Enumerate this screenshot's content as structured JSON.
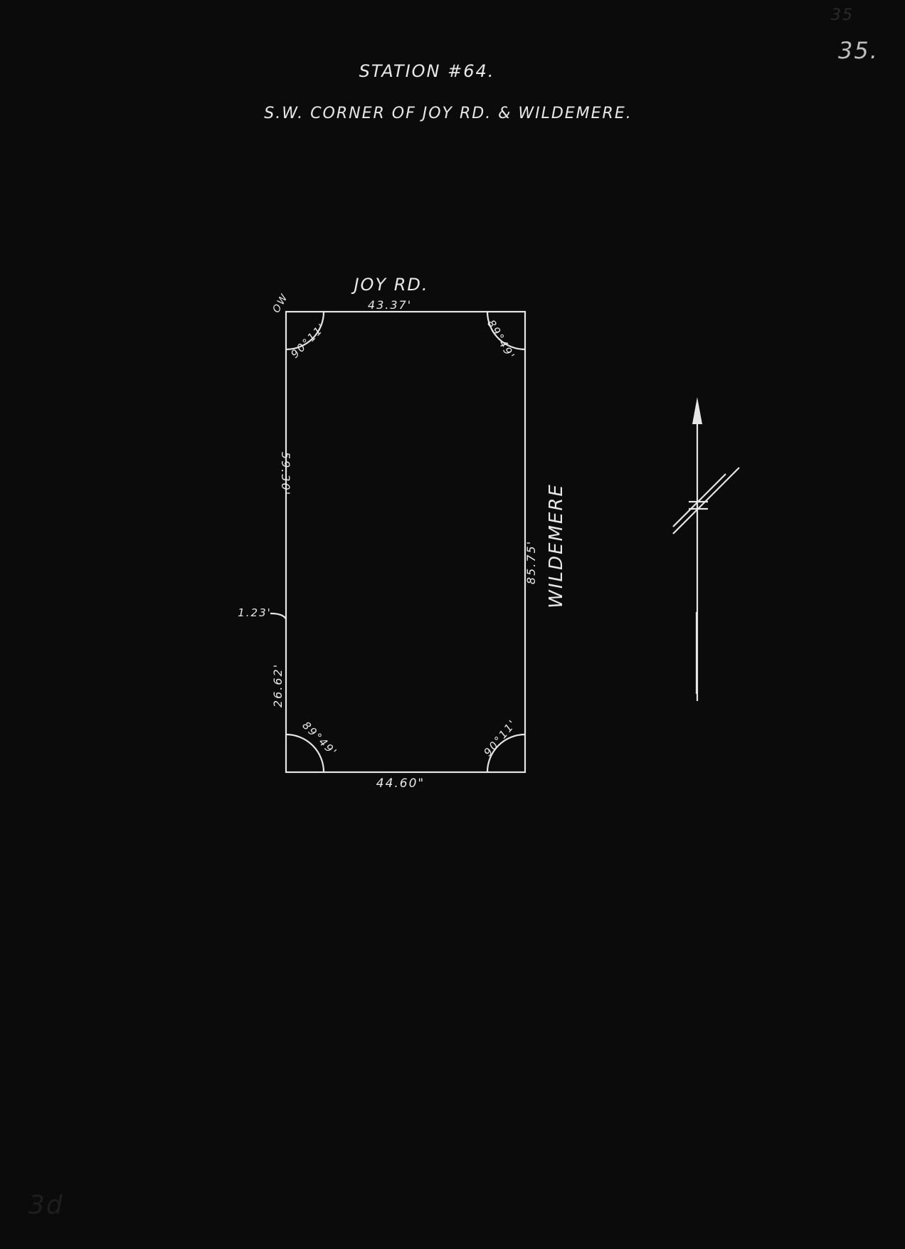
{
  "title": "STATION #64.",
  "subtitle": "S.W. CORNER OF JOY RD. & WILDEMERE.",
  "page_number": "35.",
  "page_number_pencil": "35",
  "corner_mark": "OW",
  "bottom_left_mark": "3d",
  "streets": {
    "north": "JOY RD.",
    "east": "WILDEMERE"
  },
  "dimensions": {
    "north": "43.37'",
    "south": "44.60\"",
    "east": "85.75'",
    "west_upper": "59.30'",
    "west_lower": "26.62'",
    "west_offset": "1.23'"
  },
  "angles": {
    "nw": "90°11'",
    "ne": "89°49'",
    "sw": "89°49'",
    "se": "90°11'"
  },
  "colors": {
    "background": "#0b0b0b",
    "ink": "#e8e8e8"
  }
}
